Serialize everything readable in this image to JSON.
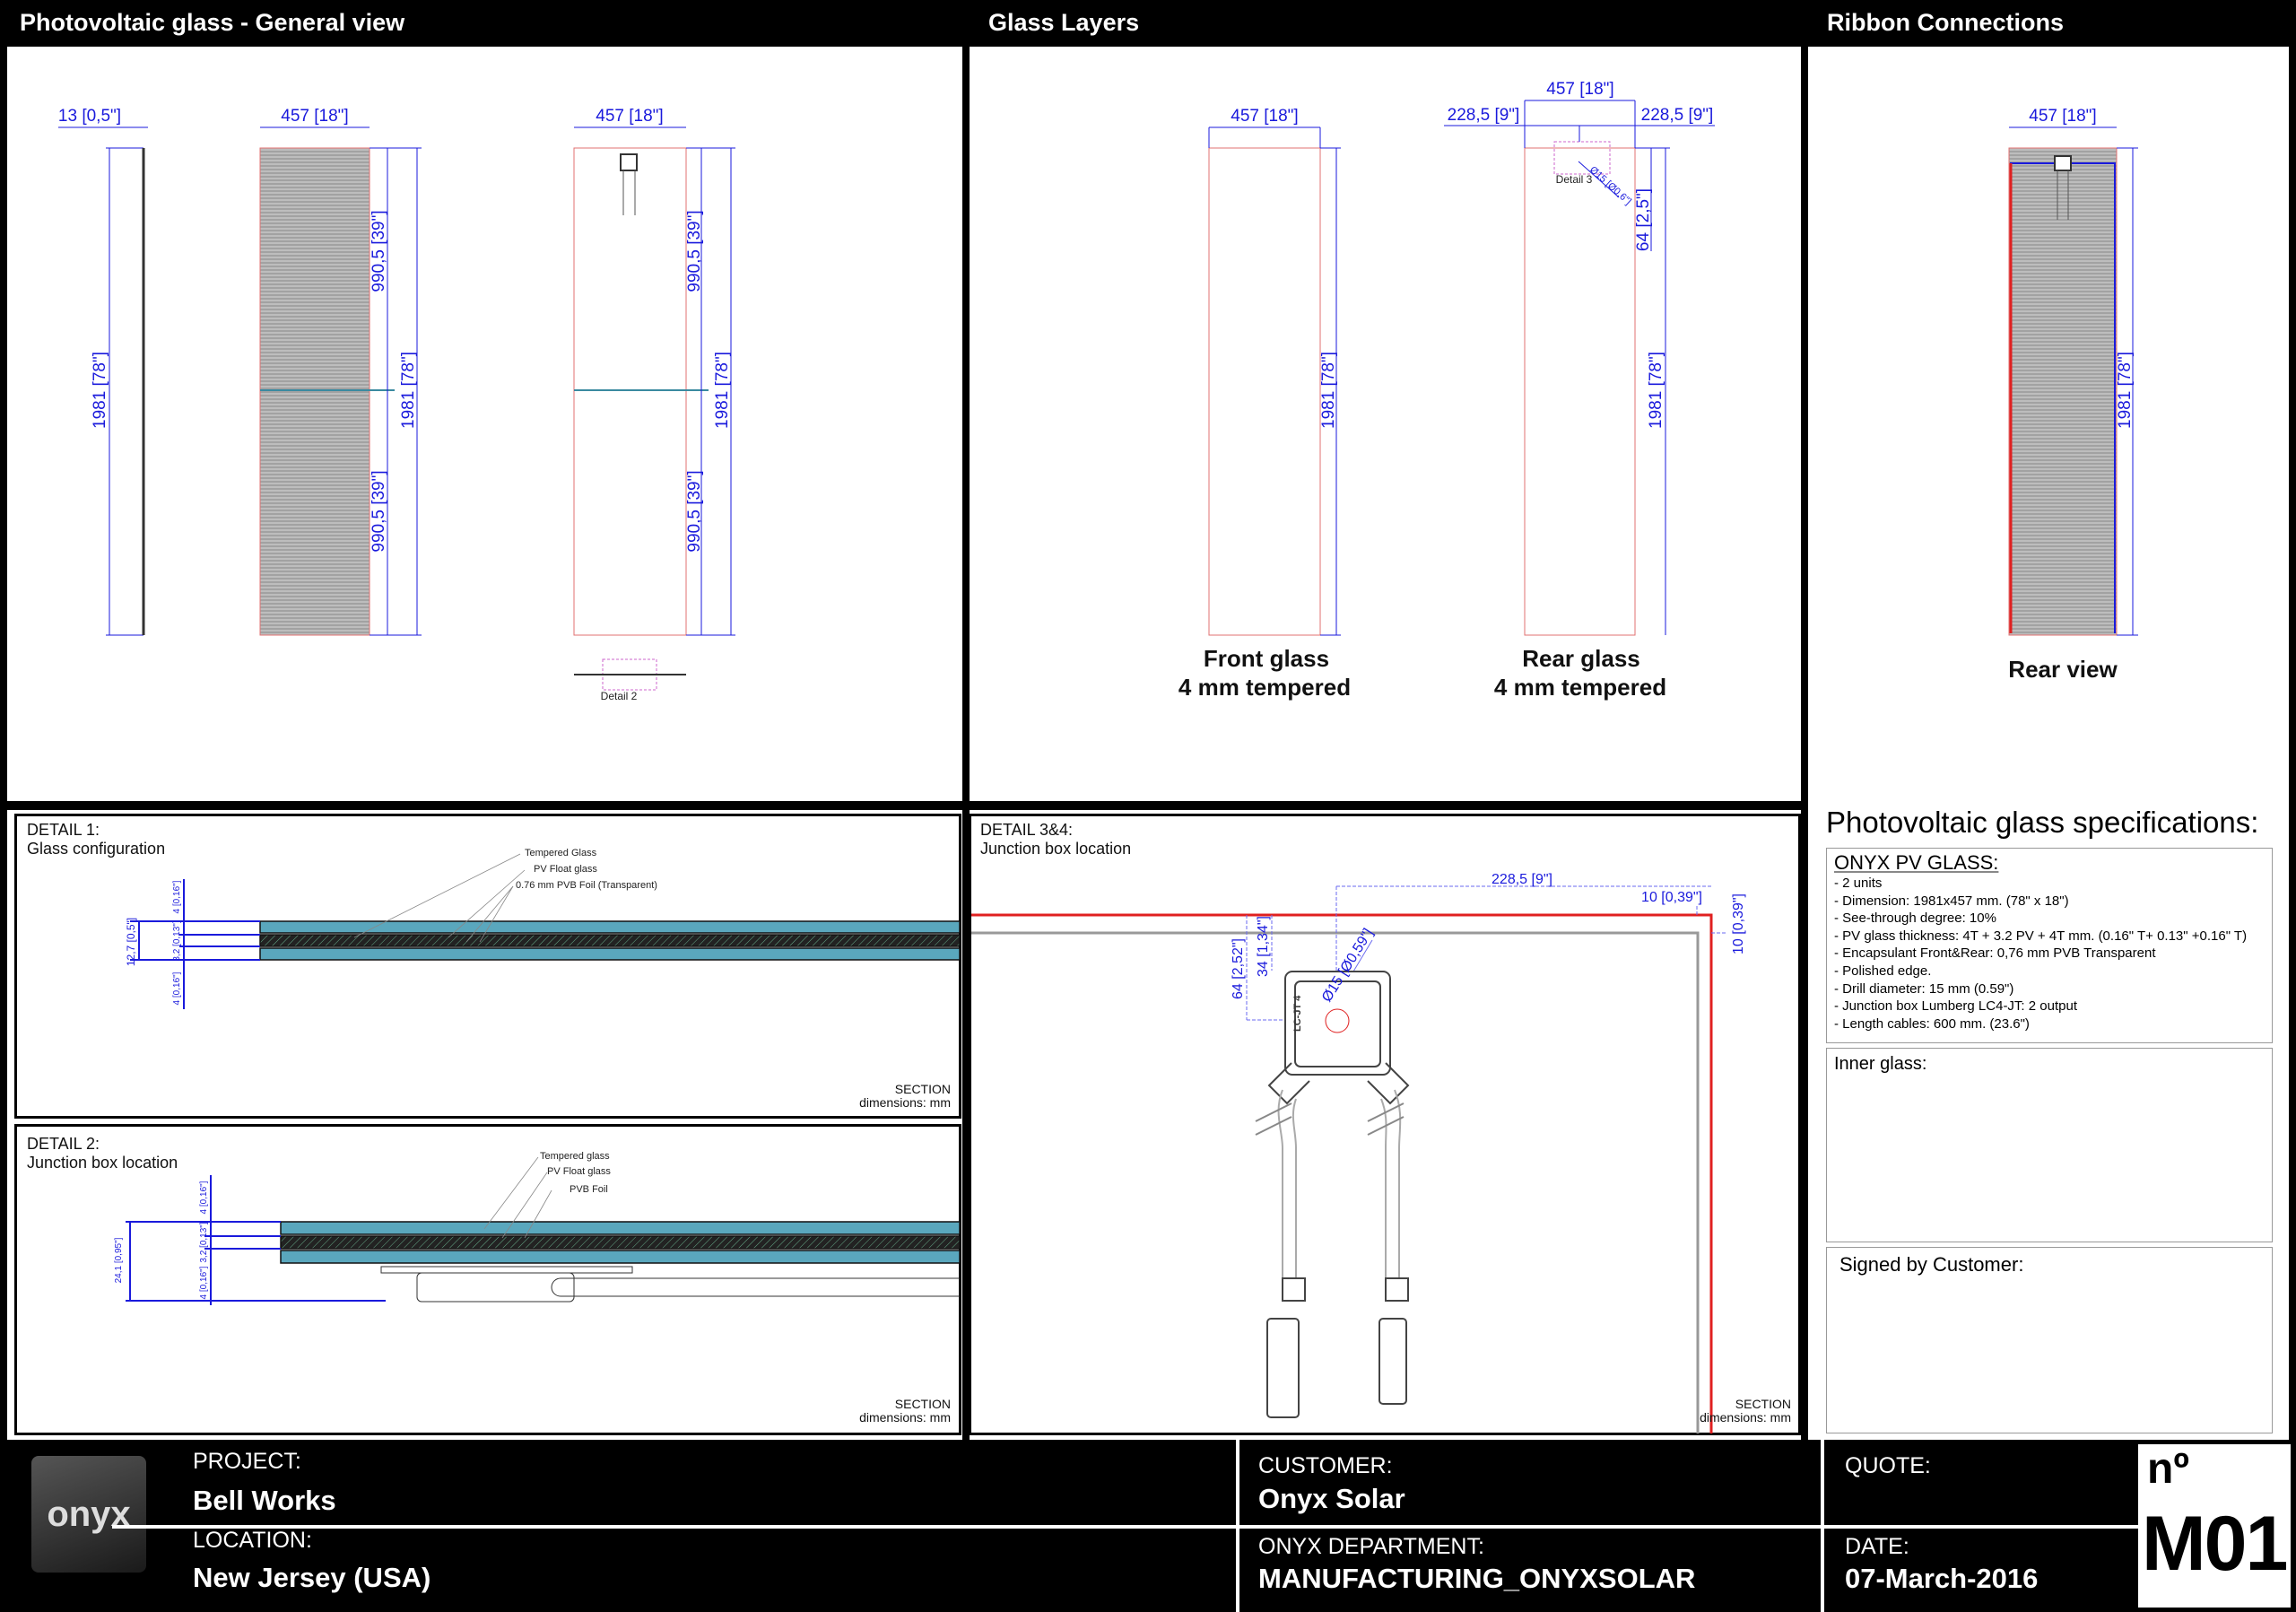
{
  "headers": {
    "general": "Photovoltaic glass - General view",
    "layers": "Glass Layers",
    "ribbon": "Ribbon Connections"
  },
  "general": {
    "side_width": "13 [0,5\"]",
    "side_height": "1981 [78\"]",
    "front_width": "457 [18\"]",
    "front_half_top": "990,5 [39\"]",
    "front_half_bottom": "990,5 [39\"]",
    "front_height": "1981 [78\"]",
    "rear_width": "457 [18\"]",
    "rear_half_top": "990,5 [39\"]",
    "rear_half_bottom": "990,5 [39\"]",
    "rear_height": "1981 [78\"]",
    "detail2_tag": "Detail 2"
  },
  "layers": {
    "front_width": "457 [18\"]",
    "front_height": "1981 [78\"]",
    "front_label1": "Front glass",
    "front_label2": "4 mm tempered",
    "rear_width": "457 [18\"]",
    "rear_half_left": "228,5 [9\"]",
    "rear_half_right": "228,5 [9\"]",
    "rear_drill": "Ø15 [Ø0,6\"]",
    "detail3_tag": "Detail 3",
    "rear_offset": "64 [2,5\"]",
    "rear_height": "1981 [78\"]",
    "rear_label1": "Rear glass",
    "rear_label2": "4 mm tempered"
  },
  "ribbon": {
    "width": "457 [18\"]",
    "height": "1981 [78\"]",
    "label": "Rear view"
  },
  "detail1": {
    "title": "DETAIL 1:",
    "subtitle": "Glass configuration",
    "callouts": [
      "Tempered Glass",
      "PV Float glass",
      "0.76 mm PVB Foil (Transparent)"
    ],
    "dim_total": "12,7 [0,5\"]",
    "dim_top": "4 [0,16\"]",
    "dim_mid": "3,2 [0,13\"]",
    "dim_bottom": "4 [0,16\"]",
    "section": "SECTION",
    "units": "dimensions: mm"
  },
  "detail2": {
    "title": "DETAIL 2:",
    "subtitle": "Junction box location",
    "callouts": [
      "Tempered glass",
      "PV Float glass",
      "PVB Foil"
    ],
    "dim_total": "24,1 [0,95\"]",
    "dim_top": "4 [0,16\"]",
    "dim_mid": "3,2 [0,13\"]",
    "dim_bottom": "4 [0,16\"]",
    "section": "SECTION",
    "units": "dimensions: mm"
  },
  "detail34": {
    "title": "DETAIL 3&4:",
    "subtitle": "Junction box location",
    "dim_horizontal": "228,5 [9\"]",
    "dim_edge_h": "10 [0,39\"]",
    "dim_edge_v": "10 [0,39\"]",
    "dim_64": "64 [2,52\"]",
    "dim_34": "34 [1,34\"]",
    "dim_drill": "Ø15 [Ø0,59\"]",
    "box_model": "LC-JT 4",
    "section": "SECTION",
    "units": "dimensions: mm"
  },
  "specs": {
    "title": "Photovoltaic glass specifications:",
    "product": "ONYX PV GLASS:",
    "lines": [
      "- 2 units",
      "- Dimension: 1981x457 mm. (78\" x 18\")",
      "- See-through degree: 10%",
      "- PV glass thickness: 4T + 3.2 PV + 4T mm. (0.16\" T+ 0.13\" +0.16\" T)",
      "- Encapsulant Front&Rear: 0,76 mm PVB Transparent",
      "- Polished edge.",
      "- Drill diameter: 15 mm (0.59\")",
      "- Junction box Lumberg LC4-JT: 2 output",
      "- Length cables: 600 mm. (23.6\")"
    ],
    "inner_glass": "Inner glass:",
    "signed": "Signed by Customer:"
  },
  "titleblock": {
    "logo": "onyx",
    "project_label": "PROJECT:",
    "project": "Bell Works",
    "location_label": "LOCATION:",
    "location": "New Jersey (USA)",
    "customer_label": "CUSTOMER:",
    "customer": "Onyx Solar",
    "department_label": "ONYX DEPARTMENT:",
    "department": "MANUFACTURING_ONYXSOLAR",
    "quote_label": "QUOTE:",
    "quote": "",
    "date_label": "DATE:",
    "date": "07-March-2016",
    "number_label": "nº",
    "number": "M01"
  },
  "colors": {
    "dimension": "#1a1adc",
    "glass": "#5aa7bd",
    "outline_red": "#e02020"
  }
}
